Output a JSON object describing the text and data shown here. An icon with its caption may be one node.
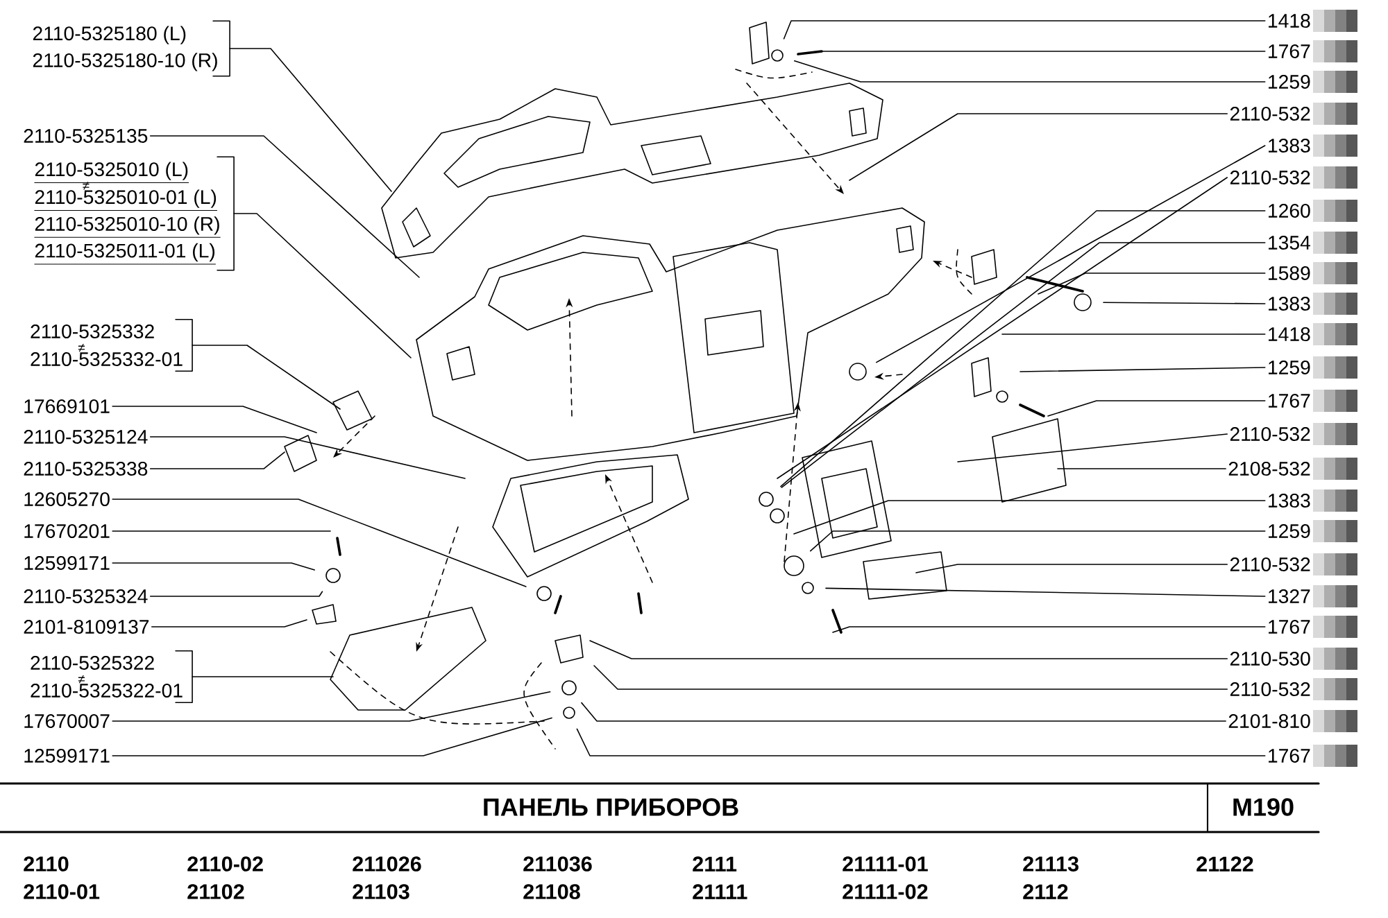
{
  "diagram": {
    "title": "ПАНЕЛЬ ПРИБОРОВ",
    "nodes": [
      {
        "text": [
          "2110-5325180 (L)",
          "2110-5325180-10 (R)"
        ]
      },
      {
        "text": [
          "2110-5325135"
        ]
      },
      {
        "text": [
          "2110-5325010 (L)",
          "≠",
          "2110-5325010-01 (L)",
          "2110-5325010-10 (R)",
          "2110-5325011-01 (L)"
        ]
      },
      {
        "text": [
          "2110-5325332",
          "≠",
          "2110-5325332-01"
        ]
      },
      {
        "text": [
          "17669101"
        ]
      },
      {
        "text": [
          "2110-5325124"
        ]
      },
      {
        "text": [
          "2110-5325338"
        ]
      },
      {
        "text": [
          "12605270"
        ]
      },
      {
        "text": [
          "17670201"
        ]
      },
      {
        "text": [
          "12599171"
        ]
      },
      {
        "text": [
          "2110-5325324"
        ]
      },
      {
        "text": [
          "2101-8109137"
        ]
      },
      {
        "text": [
          "2110-5325322",
          "≠",
          "2110-5325322-01"
        ]
      },
      {
        "text": [
          "17670007"
        ]
      },
      {
        "text": [
          "12599171"
        ]
      },
      {
        "text": [
          "1418"
        ]
      },
      {
        "text": [
          "1767"
        ]
      },
      {
        "text": [
          "1259"
        ]
      },
      {
        "text": [
          "2110-532"
        ]
      },
      {
        "text": [
          "1383"
        ]
      },
      {
        "text": [
          "2110-532"
        ]
      },
      {
        "text": [
          "1260"
        ]
      },
      {
        "text": [
          "1354"
        ]
      },
      {
        "text": [
          "1589"
        ]
      },
      {
        "text": [
          "1383"
        ]
      },
      {
        "text": [
          "1418"
        ]
      },
      {
        "text": [
          "1259"
        ]
      },
      {
        "text": [
          "1767"
        ]
      },
      {
        "text": [
          "2110-532"
        ]
      },
      {
        "text": [
          "2108-532"
        ]
      },
      {
        "text": [
          "1383"
        ]
      },
      {
        "text": [
          "1259"
        ]
      },
      {
        "text": [
          "2110-532"
        ]
      },
      {
        "text": [
          "1327"
        ]
      },
      {
        "text": [
          "1767"
        ]
      },
      {
        "text": [
          "2110-530"
        ]
      },
      {
        "text": [
          "2110-532"
        ]
      },
      {
        "text": [
          "2101-810"
        ]
      },
      {
        "text": [
          "1767"
        ]
      }
    ],
    "edges": [
      {
        "from": 0,
        "to": null,
        "arrow": "none"
      },
      {
        "from": 1,
        "to": null,
        "arrow": "none"
      },
      {
        "from": 2,
        "to": null,
        "arrow": "none"
      },
      {
        "from": 3,
        "to": null,
        "arrow": "none"
      },
      {
        "from": 4,
        "to": null,
        "arrow": "none"
      },
      {
        "from": 5,
        "to": null,
        "arrow": "none"
      },
      {
        "from": 6,
        "to": null,
        "arrow": "none"
      },
      {
        "from": 7,
        "to": null,
        "arrow": "none"
      },
      {
        "from": 8,
        "to": null,
        "arrow": "none"
      },
      {
        "from": 9,
        "to": null,
        "arrow": "none"
      },
      {
        "from": 10,
        "to": null,
        "arrow": "none"
      },
      {
        "from": 11,
        "to": null,
        "arrow": "none"
      },
      {
        "from": 12,
        "to": null,
        "arrow": "none"
      },
      {
        "from": 13,
        "to": null,
        "arrow": "none"
      },
      {
        "from": 14,
        "to": null,
        "arrow": "none"
      },
      {
        "from": 15,
        "to": null,
        "arrow": "none"
      },
      {
        "from": 16,
        "to": null,
        "arrow": "none"
      },
      {
        "from": 17,
        "to": null,
        "arrow": "none"
      },
      {
        "from": 18,
        "to": null,
        "arrow": "none"
      },
      {
        "from": 19,
        "to": null,
        "arrow": "none"
      },
      {
        "from": 20,
        "to": null,
        "arrow": "none"
      },
      {
        "from": 21,
        "to": null,
        "arrow": "none"
      },
      {
        "from": 22,
        "to": null,
        "arrow": "none"
      },
      {
        "from": 23,
        "to": null,
        "arrow": "none"
      },
      {
        "from": 24,
        "to": null,
        "arrow": "none"
      },
      {
        "from": 25,
        "to": null,
        "arrow": "none"
      },
      {
        "from": 26,
        "to": null,
        "arrow": "none"
      },
      {
        "from": 27,
        "to": null,
        "arrow": "none"
      },
      {
        "from": 28,
        "to": null,
        "arrow": "none"
      },
      {
        "from": 29,
        "to": null,
        "arrow": "none"
      },
      {
        "from": 30,
        "to": null,
        "arrow": "none"
      },
      {
        "from": 31,
        "to": null,
        "arrow": "none"
      },
      {
        "from": 32,
        "to": null,
        "arrow": "none"
      },
      {
        "from": 33,
        "to": null,
        "arrow": "none"
      },
      {
        "from": 34,
        "to": null,
        "arrow": "none"
      },
      {
        "from": 35,
        "to": null,
        "arrow": "none"
      },
      {
        "from": 36,
        "to": null,
        "arrow": "none"
      },
      {
        "from": 37,
        "to": null,
        "arrow": "none"
      },
      {
        "from": 38,
        "to": null,
        "arrow": "none"
      }
    ],
    "labels": [
      "M190",
      "2110",
      "2110-02",
      "211026",
      "211036",
      "2111",
      "21111-01",
      "21113",
      "21122",
      "2110-01",
      "21102",
      "21103",
      "21108",
      "21111",
      "21111-02",
      "2112"
    ]
  }
}
